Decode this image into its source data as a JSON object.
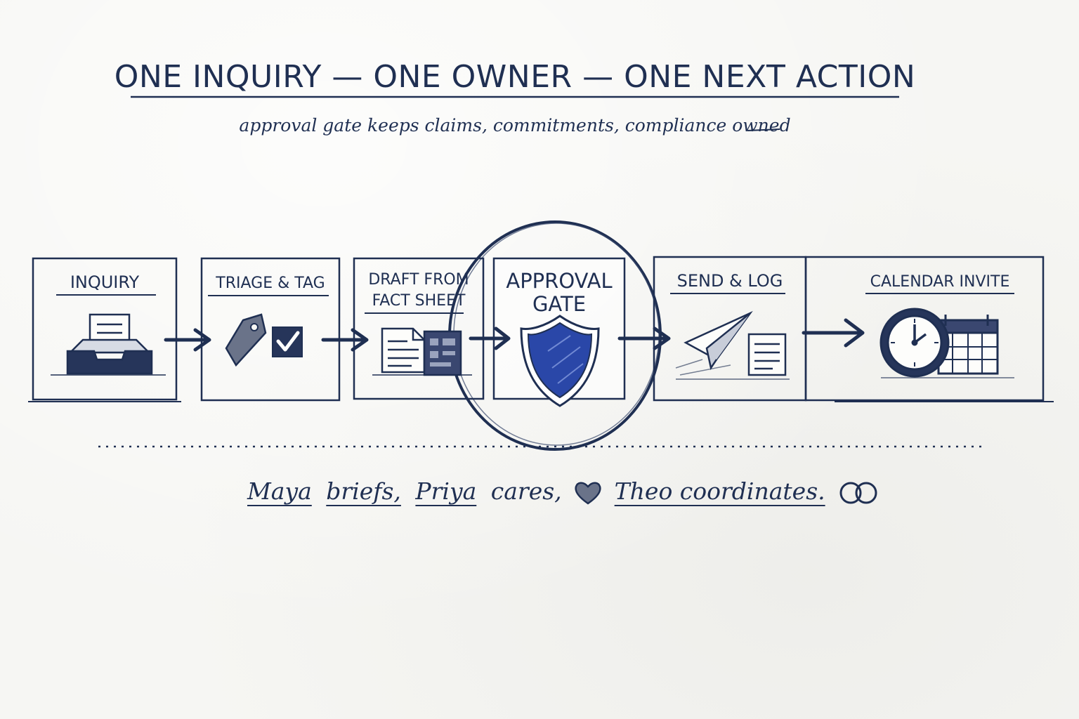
{
  "title": "ONE INQUIRY — ONE OWNER — ONE NEXT ACTION",
  "subtitle": "approval gate keeps claims, commitments, compliance owned",
  "steps": [
    {
      "label_line1": "INQUIRY",
      "label_line2": "",
      "icon": "inbox-tray-icon"
    },
    {
      "label_line1": "TRIAGE & TAG",
      "label_line2": "",
      "icon": "tag-checkbox-icon"
    },
    {
      "label_line1": "DRAFT FROM",
      "label_line2": "FACT SHEET",
      "icon": "document-factsheet-icon"
    },
    {
      "label_line1": "APPROVAL",
      "label_line2": "GATE",
      "icon": "shield-icon"
    },
    {
      "label_line1": "SEND & LOG",
      "label_line2": "",
      "icon": "paper-plane-icon"
    },
    {
      "label_line1": "CALENDAR INVITE",
      "label_line2": "",
      "icon": "clock-calendar-icon"
    }
  ],
  "footer": {
    "name1": "Maya",
    "verb1": "briefs,",
    "name2": "Priya",
    "verb2": "cares,",
    "name3": "Theo coordinates.",
    "heart_icon": "heart-icon",
    "rings_icon": "rings-icon"
  },
  "colors": {
    "ink": "#1f2f52",
    "shield_blue": "#2a47a8",
    "paper": "#f6f6f3"
  }
}
